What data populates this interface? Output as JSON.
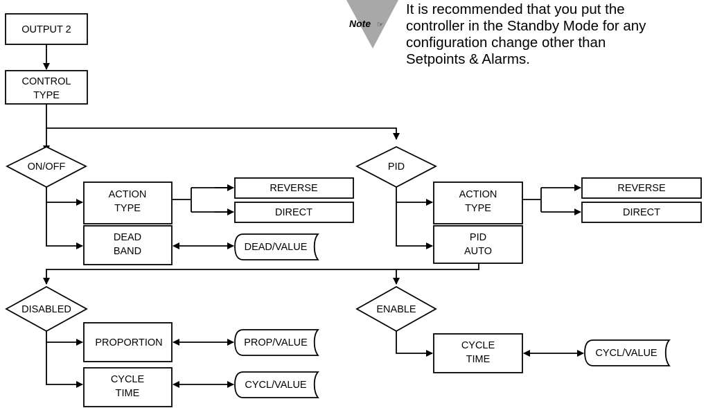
{
  "note": {
    "badge": "Note",
    "lines": [
      "It is recommended that you put the",
      "controller in the Standby Mode for any",
      "configuration change other than",
      "Setpoints & Alarms."
    ]
  },
  "nodes": {
    "output2": "OUTPUT 2",
    "control_type": [
      "CONTROL",
      "TYPE"
    ],
    "on_off": "ON/OFF",
    "pid": "PID",
    "action_type_left": [
      "ACTION",
      "TYPE"
    ],
    "reverse_left": "REVERSE",
    "direct_left": "DIRECT",
    "dead_band": [
      "DEAD",
      "BAND"
    ],
    "dead_value": "DEAD/VALUE",
    "action_type_right": [
      "ACTION",
      "TYPE"
    ],
    "reverse_right": "REVERSE",
    "direct_right": "DIRECT",
    "pid_auto": [
      "PID",
      "AUTO"
    ],
    "disabled": "DISABLED",
    "enable": "ENABLE",
    "proportion": "PROPORTION",
    "prop_value": "PROP/VALUE",
    "cycle_time_left": [
      "CYCLE",
      "TIME"
    ],
    "cycl_value_left": "CYCL/VALUE",
    "cycle_time_right": [
      "CYCLE",
      "TIME"
    ],
    "cycl_value_right": "CYCL/VALUE"
  }
}
